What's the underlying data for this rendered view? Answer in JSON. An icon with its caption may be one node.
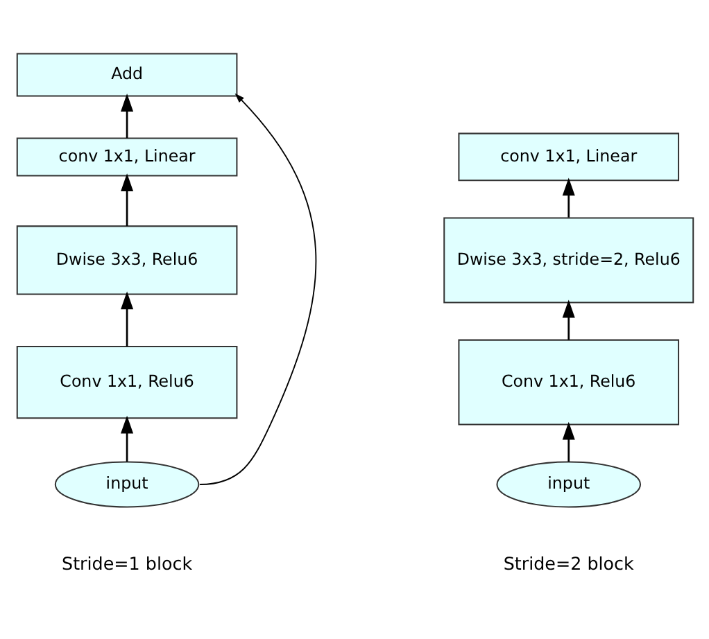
{
  "diagram": {
    "nodes": [
      {
        "text": [
          "Add"
        ]
      },
      {
        "text": [
          "conv 1x1, Linear"
        ]
      },
      {
        "text": [
          "Dwise 3x3, Relu6"
        ]
      },
      {
        "text": [
          "Conv 1x1, Relu6"
        ]
      },
      {
        "text": [
          "input"
        ]
      },
      {
        "text": [
          "conv 1x1, Linear"
        ]
      },
      {
        "text": [
          "Dwise 3x3, stride=2, Relu6"
        ]
      },
      {
        "text": [
          "Conv 1x1, Relu6"
        ]
      },
      {
        "text": [
          "input"
        ]
      }
    ],
    "edges": [
      {
        "from": 4,
        "to": 3,
        "arrow": "to"
      },
      {
        "from": 3,
        "to": 2,
        "arrow": "to"
      },
      {
        "from": 2,
        "to": 1,
        "arrow": "to"
      },
      {
        "from": 1,
        "to": 0,
        "arrow": "to"
      },
      {
        "from": 4,
        "to": 0,
        "arrow": "to"
      },
      {
        "from": 8,
        "to": 7,
        "arrow": "to"
      },
      {
        "from": 7,
        "to": 6,
        "arrow": "to"
      },
      {
        "from": 6,
        "to": 5,
        "arrow": "to"
      }
    ],
    "labels": [
      "Stride=1 block",
      "Stride=2 block"
    ]
  }
}
